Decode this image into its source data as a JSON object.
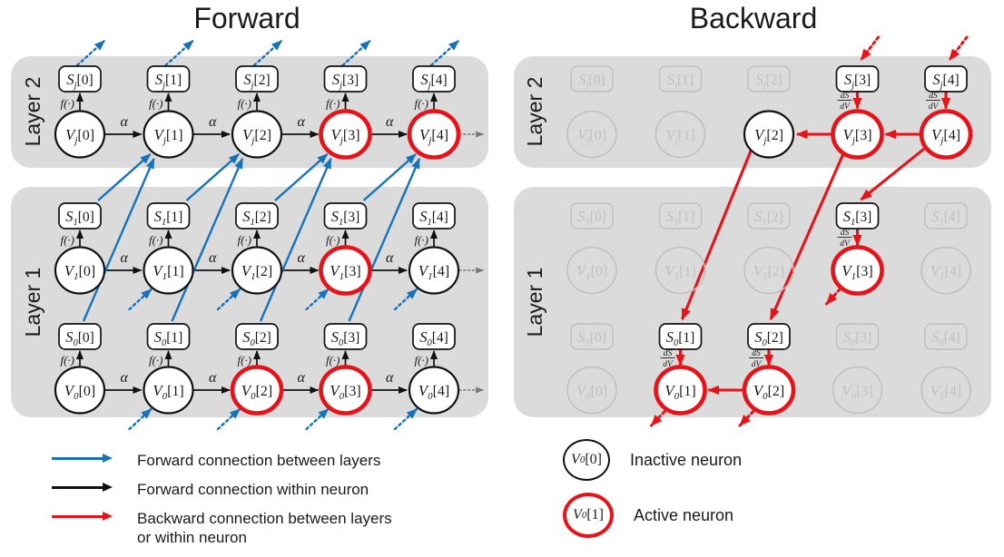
{
  "titles": {
    "forward": "Forward",
    "backward": "Backward"
  },
  "layer_labels": {
    "layer2": "Layer 2",
    "layer1": "Layer 1"
  },
  "symbols": {
    "alpha": "α",
    "spike_fn": "f(·)",
    "ds": "dS",
    "dv": "dV"
  },
  "colors": {
    "blue": "#1572BD",
    "black": "#111111",
    "red": "#E91219",
    "panel_gray": "#DBDBDB",
    "dim_gray": "#C0C0C0",
    "text": "#1A1A1A",
    "cont_gray": "#777777"
  },
  "panels": {
    "forward": {
      "rows": {
        "s": {
          "base": "S",
          "sub": "j",
          "states": [
            "normal",
            "normal",
            "normal",
            "normal",
            "normal"
          ]
        },
        "v": {
          "base": "V",
          "sub": "j",
          "states": [
            "normal",
            "normal",
            "normal",
            "active",
            "active"
          ]
        },
        "s1": {
          "base": "S",
          "sub": "1",
          "states": [
            "normal",
            "normal",
            "normal",
            "normal",
            "normal"
          ]
        },
        "v1": {
          "base": "V",
          "sub": "1",
          "states": [
            "normal",
            "normal",
            "normal",
            "active",
            "normal"
          ]
        },
        "s0": {
          "base": "S",
          "sub": "0",
          "states": [
            "normal",
            "normal",
            "normal",
            "normal",
            "normal"
          ]
        },
        "v0": {
          "base": "V",
          "sub": "0",
          "states": [
            "normal",
            "normal",
            "active",
            "active",
            "normal"
          ]
        }
      }
    },
    "backward": {
      "rows": {
        "s": {
          "base": "S",
          "sub": "j",
          "states": [
            "dim",
            "dim",
            "dim",
            "normal",
            "normal"
          ]
        },
        "v": {
          "base": "V",
          "sub": "j",
          "states": [
            "dim",
            "dim",
            "normal",
            "active",
            "active"
          ]
        },
        "s1": {
          "base": "S",
          "sub": "1",
          "states": [
            "dim",
            "dim",
            "dim",
            "normal",
            "dim"
          ]
        },
        "v1": {
          "base": "V",
          "sub": "1",
          "states": [
            "dim",
            "dim",
            "dim",
            "active",
            "dim"
          ]
        },
        "s0": {
          "base": "S",
          "sub": "0",
          "states": [
            "dim",
            "normal",
            "normal",
            "dim",
            "dim"
          ]
        },
        "v0": {
          "base": "V",
          "sub": "0",
          "states": [
            "dim",
            "active",
            "active",
            "dim",
            "dim"
          ]
        }
      }
    }
  },
  "legend_arrows": [
    {
      "color_key": "blue",
      "label": "Forward connection between layers"
    },
    {
      "color_key": "black",
      "label": "Forward connection within neuron"
    },
    {
      "color_key": "red",
      "label": "Backward connection between layers or within neuron"
    }
  ],
  "legend_nodes": [
    {
      "base": "V",
      "sub": "0",
      "idx": 0,
      "state": "normal",
      "label": "Inactive neuron"
    },
    {
      "base": "V",
      "sub": "0",
      "idx": 1,
      "state": "active",
      "label": "Active neuron"
    }
  ]
}
